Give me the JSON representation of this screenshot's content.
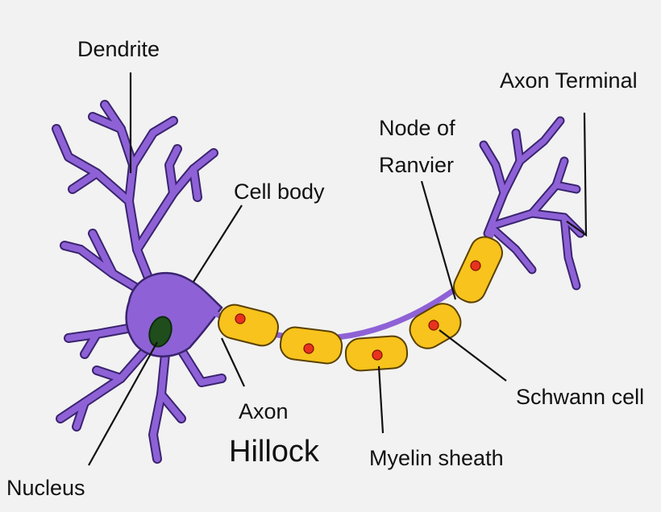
{
  "labels": {
    "dendrite": "Dendrite",
    "axon_terminal": "Axon Terminal",
    "node_line1": "Node of",
    "node_line2": "Ranvier",
    "cell_body": "Cell body",
    "axon": "Axon",
    "hillock": "Hillock",
    "schwann": "Schwann cell",
    "myelin": "Myelin sheath",
    "nucleus": "Nucleus"
  },
  "colors": {
    "background": "#f2f2f2",
    "neuron": "#8e62d6",
    "neuron_outline": "#3a2470",
    "myelin": "#f7c31c",
    "myelin_outline": "#5a4000",
    "schwann_nucleus": "#e8321e",
    "cell_nucleus": "#1f4d1c",
    "leader_line": "#111111"
  }
}
